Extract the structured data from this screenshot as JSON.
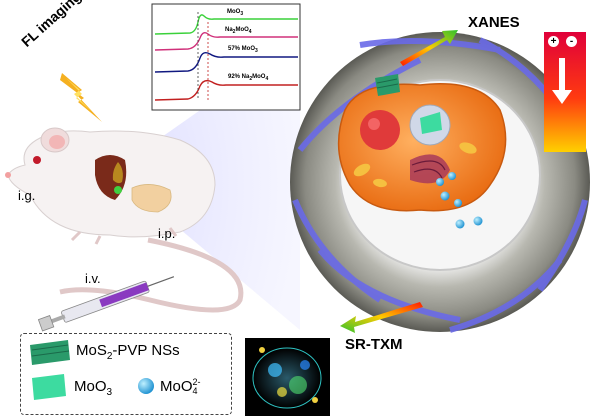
{
  "labels": {
    "fl_imaging": "FL imaging",
    "xanes": "XANES",
    "sr_txm": "SR-TXM",
    "ig": "i.g.",
    "ip": "i.p.",
    "iv": "i.v.",
    "plus": "+",
    "minus": "-"
  },
  "spectra": {
    "traces": [
      {
        "label": "MoO",
        "label_sub": "3",
        "label_tail": "",
        "color": "#3ad13a"
      },
      {
        "label": "Na",
        "label_sub": "2",
        "label_tail": "MoO",
        "label_sub2": "4",
        "color": "#d0307a"
      },
      {
        "label": "57% MoO",
        "label_sub": "3",
        "label_tail": "",
        "color": "#101880"
      },
      {
        "label": "92% Na",
        "label_sub": "2",
        "label_tail": "MoO",
        "label_sub2": "4",
        "color": "#c22020"
      }
    ]
  },
  "legend": {
    "items": [
      {
        "name": "MoS",
        "sub": "2",
        "tail": "-PVP NSs",
        "icon": "mos2-nanosheet-icon"
      },
      {
        "name": "MoO",
        "sub": "3",
        "tail": "",
        "icon": "moo3-icon"
      },
      {
        "name": "MoO",
        "sub": "4",
        "sup": "2-",
        "tail": "",
        "icon": "moo4-ion-icon"
      }
    ]
  },
  "colors": {
    "mos2": "#2a9a6a",
    "moo3": "#3ddba0",
    "moo4": "#29a9e0",
    "arrow_start": "#ff2a00",
    "arrow_end": "#38c238",
    "torus": "#8c8c84",
    "stripe": "#6a6ae8",
    "cell": "#f08a30"
  },
  "icons": [
    "lightning-icon",
    "mouse-icon",
    "syringe-icon",
    "cell-icon",
    "mitochondria-icon",
    "nucleus-icon",
    "gradient-arrow-icon"
  ]
}
